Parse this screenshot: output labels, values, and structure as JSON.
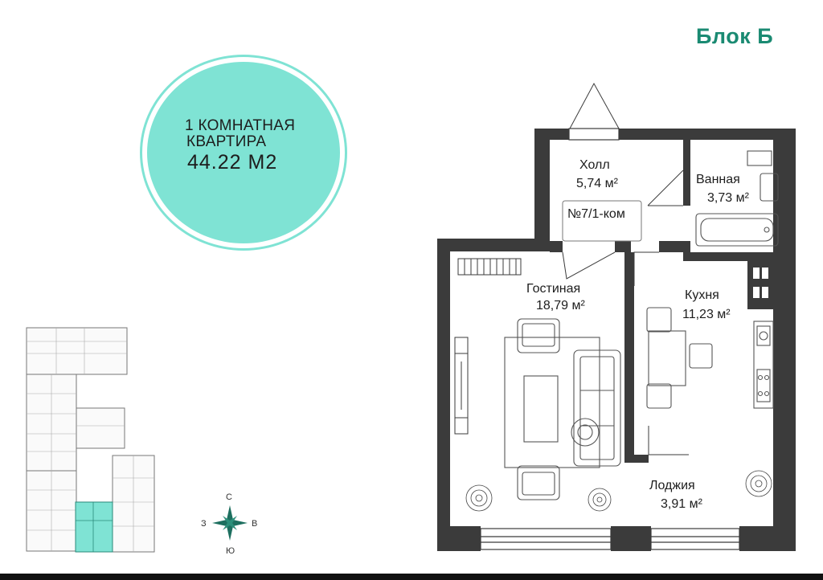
{
  "header": {
    "block_label": "Блок Б"
  },
  "badge": {
    "line1": "1 КОМНАТНАЯ",
    "line2": "КВАРТИРА",
    "line3": "44.22 М2"
  },
  "colors": {
    "accent_teal": "#7fe3d4",
    "brand_green": "#1a8a72",
    "wall": "#3b3b3b"
  },
  "plan": {
    "apartment_tag": "№7/1-ком",
    "rooms": [
      {
        "name": "Холл",
        "area": "5,74 м²"
      },
      {
        "name": "Ванная",
        "area": "3,73 м²"
      },
      {
        "name": "Гостиная",
        "area": "18,79 м²"
      },
      {
        "name": "Кухня",
        "area": "11,23 м²"
      },
      {
        "name": "Лоджия",
        "area": "3,91 м²"
      }
    ]
  },
  "compass": {
    "north": "С",
    "south": "Ю",
    "west": "З",
    "east": "В"
  }
}
